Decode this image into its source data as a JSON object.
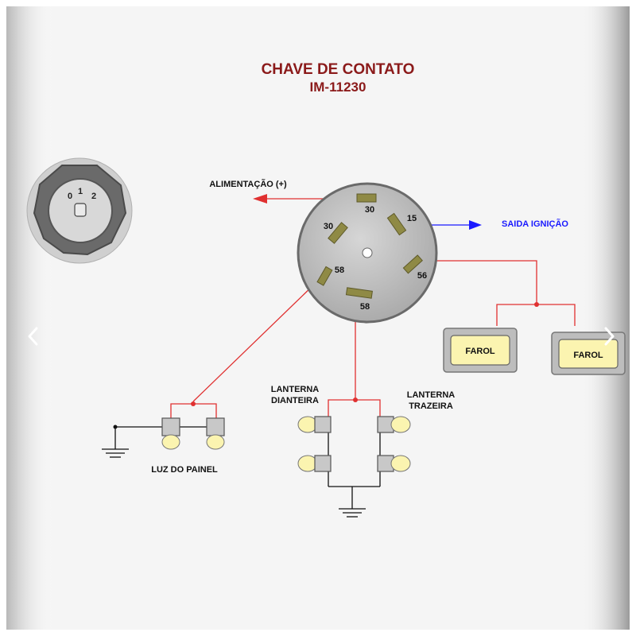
{
  "title": {
    "line1": "CHAVE DE CONTATO",
    "line2": "IM-11230"
  },
  "key": {
    "positions": [
      "0",
      "1",
      "2"
    ]
  },
  "switch": {
    "terminals": {
      "t30_top": "30",
      "t30_left": "30",
      "t15": "15",
      "t58_left": "58",
      "t58_bottom": "58",
      "t56": "56"
    }
  },
  "labels": {
    "alimentacao": "ALIMENTAÇÃO (+)",
    "saida_ignicao": "SAIDA IGNIÇÃO",
    "farol_1": "FAROL",
    "farol_2": "FAROL",
    "luz_painel": "LUZ DO PAINEL",
    "lanterna_dianteira_1": "LANTERNA",
    "lanterna_dianteira_2": "DIANTEIRA",
    "lanterna_traseira_1": "LANTERNA",
    "lanterna_traseira_2": "TRAZEIRA"
  },
  "colors": {
    "title": "#8b1a1a",
    "wire_red": "#e03030",
    "wire_blue": "#1a1aff",
    "terminal": "#8f8a45",
    "lamp": "#fbf4b0",
    "switch_body": "#c4c4c4"
  },
  "icons": {
    "prev": "chevron-left-icon",
    "next": "chevron-right-icon"
  }
}
